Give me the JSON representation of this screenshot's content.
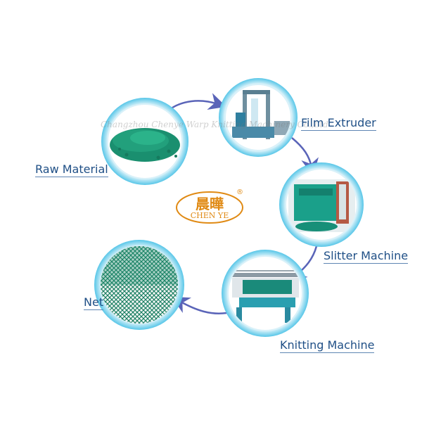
{
  "watermark": "Changzhou Chenye Warp Knitting Machinery Co.,Ltd",
  "logo": {
    "chinese": "晨曄",
    "english": "CHEN YE",
    "registered": "®"
  },
  "steps": {
    "raw_material": "Raw Material",
    "film_extruder": "Film Extruder",
    "slitter_machine": "Slitter Machine",
    "knitting_machine": "Knitting Machine",
    "net": "Net"
  },
  "colors": {
    "label": "#1f4f86",
    "ring": "#57c6e8",
    "arrow": "#5a64b8",
    "logo": "#e08a14",
    "green": "#1a8f6f"
  },
  "icons": [
    "raw-material-photo",
    "film-extruder-photo",
    "slitter-machine-photo",
    "knitting-machine-photo",
    "net-photo"
  ]
}
